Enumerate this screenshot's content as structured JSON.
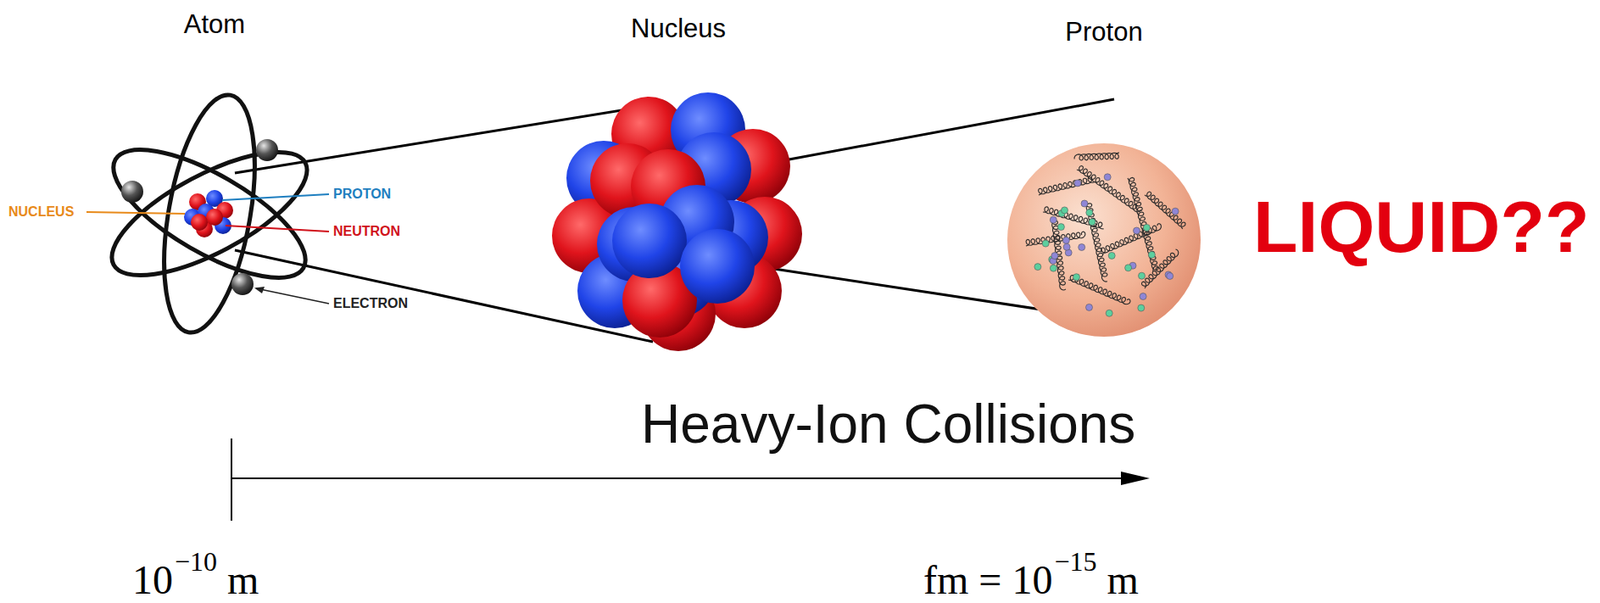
{
  "diagram": {
    "labels": [
      "Atom",
      "Nucleus",
      "Proton",
      "NUCLEUS",
      "PROTON",
      "NEUTRON",
      "ELECTRON",
      "LIQUID??",
      "Heavy-Ion Collisions",
      "10",
      "−10",
      "m",
      "fm = 10",
      "−15",
      "m"
    ]
  }
}
